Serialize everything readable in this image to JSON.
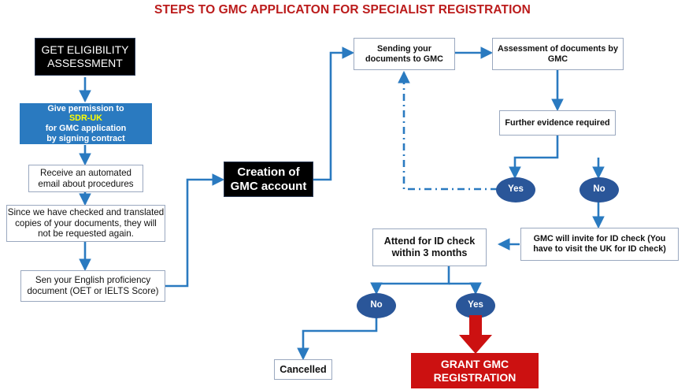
{
  "title": "STEPS TO GMC APPLICATON FOR SPECIALIST REGISTRATION",
  "colors": {
    "title_red": "#bb1b1b",
    "accent_blue": "#2a7ac0",
    "ellipse_blue": "#2a5699",
    "grant_red": "#cc1111",
    "highlight_yellow": "#ffff00",
    "black_box": "#000000",
    "box_border": "#9aa8bf"
  },
  "nodes": {
    "eligibility": {
      "line1": "GET ELIGIBILITY",
      "line2": "ASSESSMENT"
    },
    "permission": {
      "line1_a": "Give permission to ",
      "line1_b": "SDR-UK",
      "line2": "for GMC application",
      "line3": "by signing contract"
    },
    "automated_email": {
      "line1": "Receive an automated",
      "line2": "email about procedures"
    },
    "checked_translated": {
      "line1": "Since we have checked and translated",
      "line2": "copies of your documents, they will",
      "line3": "not be requested again."
    },
    "english_proficiency": {
      "line1": "Sen your English proficiency",
      "line2": "document (OET or IELTS Score)"
    },
    "gmc_account": {
      "line1": "Creation of",
      "line2": "GMC account"
    },
    "sending_docs": {
      "line1": "Sending your",
      "line2": "documents to GMC"
    },
    "assessment": {
      "line1": "Assessment of documents by",
      "line2": "GMC"
    },
    "further_evidence": {
      "line1": "Further evidence required"
    },
    "evidence_yes": {
      "label": "Yes"
    },
    "evidence_no": {
      "label": "No"
    },
    "invite_id_check": {
      "line1": "GMC will invite for ID check (You",
      "line2": "have to visit the UK for ID check)"
    },
    "attend_id_check": {
      "line1": "Attend for ID check",
      "line2": "within 3 months"
    },
    "attend_no": {
      "label": "No"
    },
    "attend_yes": {
      "label": "Yes"
    },
    "cancelled": {
      "label": "Cancelled"
    },
    "grant": {
      "line1": "GRANT GMC",
      "line2": "REGISTRATION"
    }
  }
}
